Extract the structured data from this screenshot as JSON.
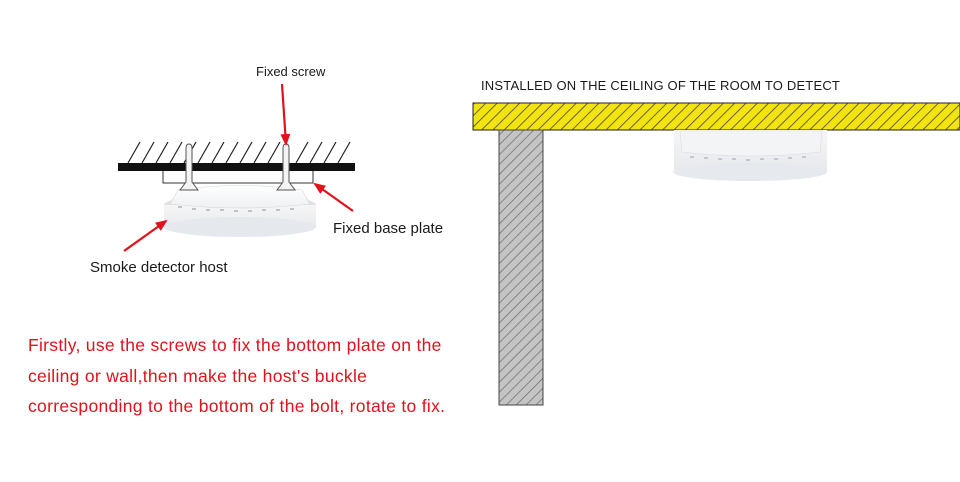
{
  "labels": {
    "fixed_screw": "Fixed screw",
    "fixed_base_plate": "Fixed base plate",
    "smoke_detector_host": "Smoke detector host",
    "ceiling_note": "INSTALLED ON THE CEILING OF THE ROOM TO DETECT"
  },
  "instructions": [
    "Firstly, use the screws to fix the bottom plate on the",
    "ceiling or wall,then make the host's buckle",
    "corresponding to the bottom of the bolt, rotate to fix."
  ],
  "colors": {
    "arrow": "#e0121c",
    "instruction_text": "#e0121c",
    "ceiling_hatch_fill": "#f3e30f",
    "wall_hatch_fill": "#b7b7b7",
    "beam": "#111111"
  }
}
